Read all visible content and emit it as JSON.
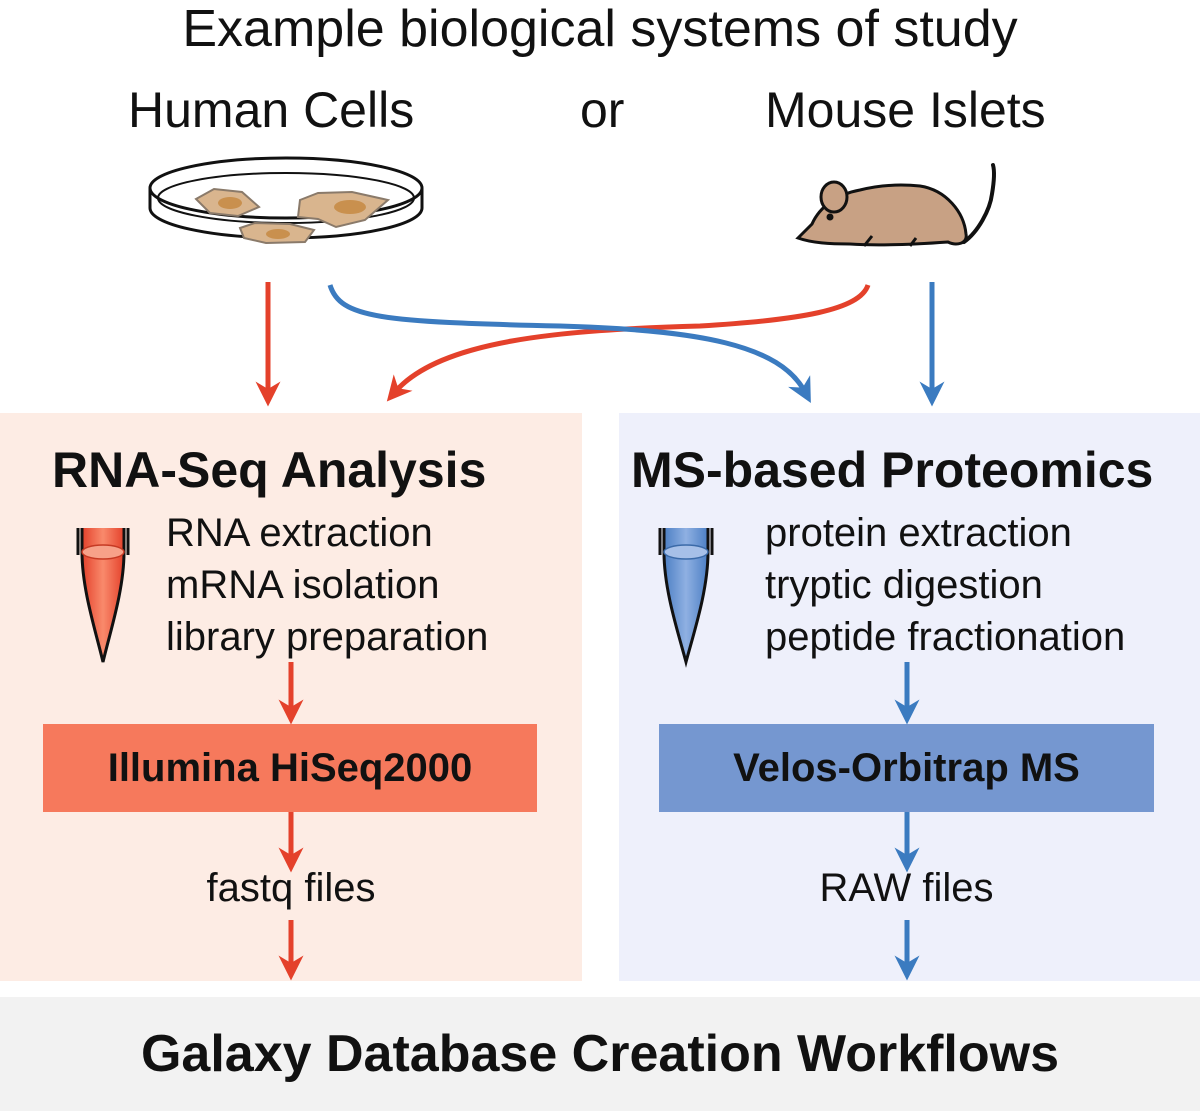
{
  "header": {
    "title": "Example biological systems of study",
    "source_left": "Human Cells",
    "connector": "or",
    "source_right": "Mouse Islets"
  },
  "rna_panel": {
    "title": "RNA-Seq Analysis",
    "steps": [
      "RNA extraction",
      "mRNA isolation",
      "library preparation"
    ],
    "instrument": "Illumina HiSeq2000",
    "output": "fastq files"
  },
  "ms_panel": {
    "title": "MS-based Proteomics",
    "steps": [
      "protein extraction",
      "tryptic digestion",
      "peptide fractionation"
    ],
    "instrument": "Velos-Orbitrap MS",
    "output": "RAW files"
  },
  "footer": {
    "label": "Galaxy Database Creation Workflows"
  },
  "colors": {
    "rna_accent": "#e4412b",
    "ms_accent": "#3b7bc0",
    "rna_panel_bg": "#fdece4",
    "ms_panel_bg": "#eef0fb",
    "rna_instrument_bg": "#f6795c",
    "ms_instrument_bg": "#7597d0"
  },
  "icons": {
    "cells": "petri-dish-icon",
    "mouse": "mouse-icon",
    "rna_tube": "red-sample-tube-icon",
    "ms_tube": "blue-sample-tube-icon"
  }
}
